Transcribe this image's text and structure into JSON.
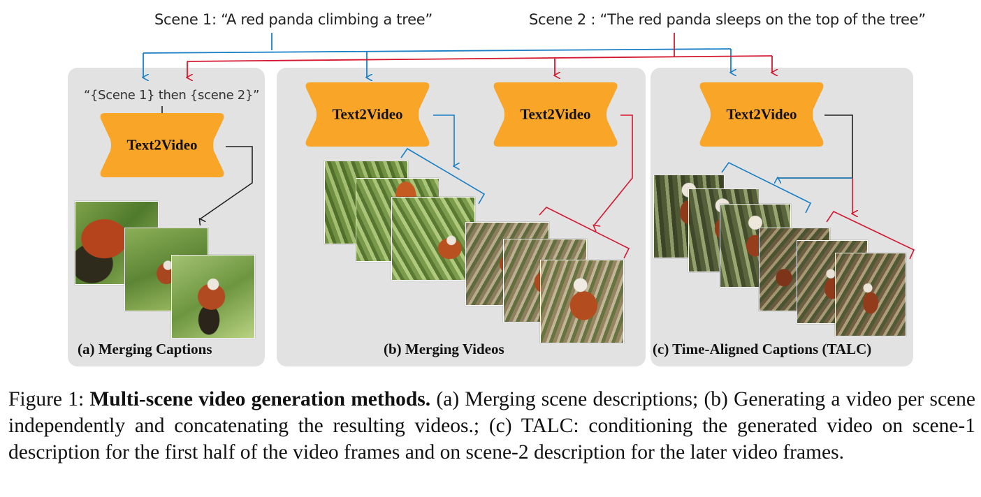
{
  "figure": {
    "scene1_label": "Scene 1: “A red panda climbing a tree”",
    "scene2_label": "Scene 2 : “The red panda sleeps on the top of the tree”",
    "merge_caption": "“{Scene 1} then {scene 2}”",
    "text2video_label": "Text2Video",
    "panels": {
      "a_title": "(a) Merging Captions",
      "b_title": "(b) Merging Videos",
      "c_title": "(c) Time-Aligned Captions (TALC)"
    },
    "colors": {
      "scene1_arrow": "#1a7fc4",
      "scene2_arrow": "#d4182f",
      "neutral_arrow": "#222222",
      "text2video_fill": "#f9a527",
      "panel_bg": "#e2e2e2"
    }
  },
  "caption": {
    "prefix": "Figure 1: ",
    "bold": "Multi-scene video generation methods.",
    "body": " (a) Merging scene descriptions; (b) Generating a video per scene independently and concatenating the resulting videos.; (c) TALC: conditioning the generated video on scene-1 description for the first half of the video frames and on scene-2 description for the later video frames."
  }
}
